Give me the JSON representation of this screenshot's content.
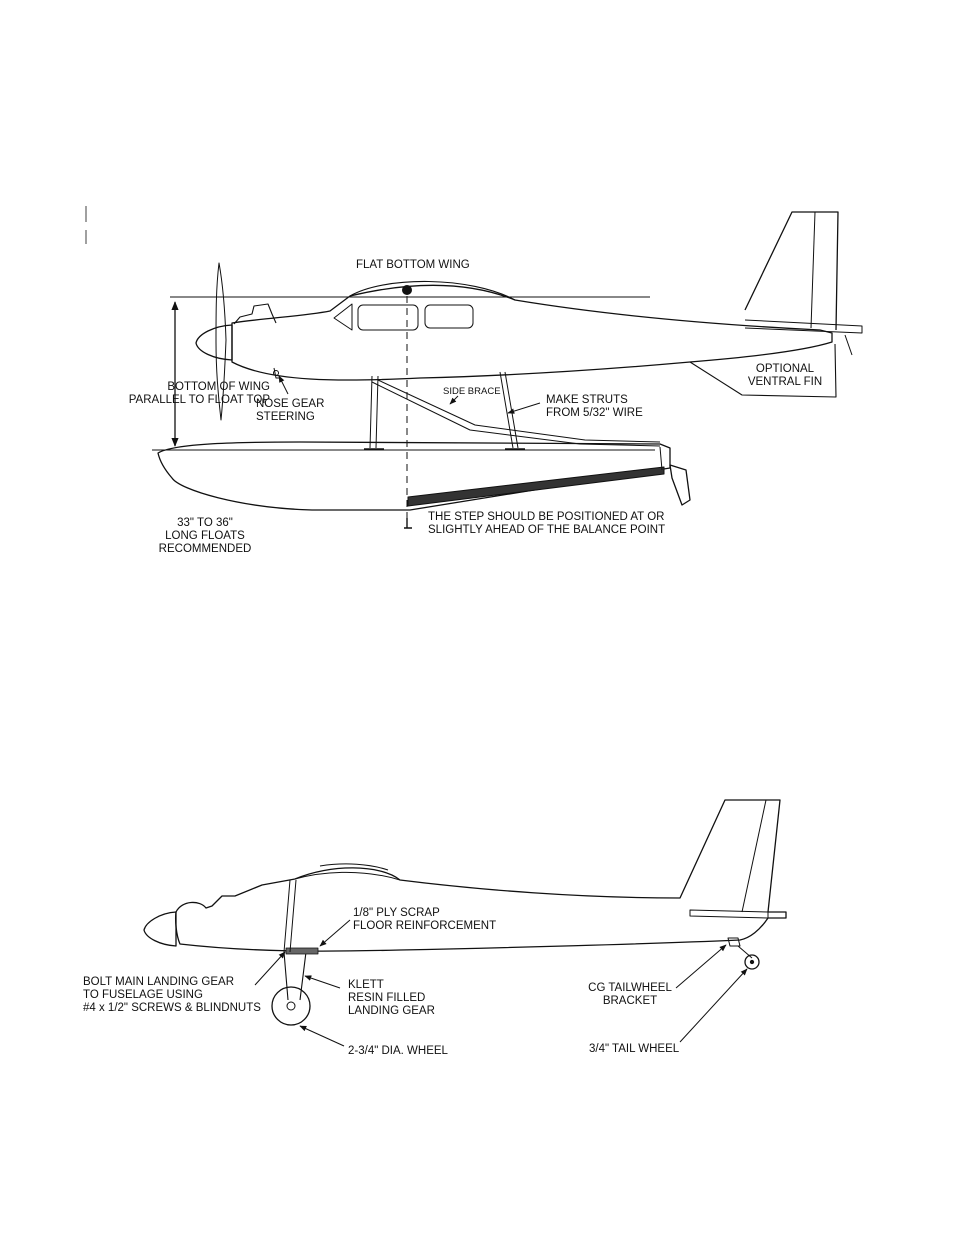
{
  "figure1": {
    "labels": {
      "flat_bottom_wing": "FLAT BOTTOM WING",
      "bottom_of_wing": "BOTTOM OF WING\nPARALLEL TO FLOAT TOP",
      "nose_gear": "NOSE GEAR\nSTEERING",
      "side_brace": "SIDE BRACE",
      "make_struts": "MAKE STRUTS\nFROM 5/32\" WIRE",
      "ventral_fin": "OPTIONAL\nVENTRAL FIN",
      "float_length": "33\" TO 36\"\nLONG FLOATS\nRECOMMENDED",
      "step_note": "THE STEP SHOULD BE POSITIONED AT OR\nSLIGHTLY AHEAD OF THE BALANCE POINT"
    }
  },
  "figure2": {
    "labels": {
      "floor_reinforcement": "1/8\" PLY SCRAP\nFLOOR REINFORCEMENT",
      "bolt_main_gear": "BOLT MAIN LANDING GEAR\nTO FUSELAGE USING\n#4 x 1/2\" SCREWS & BLINDNUTS",
      "klett_gear": "KLETT\nRESIN FILLED\nLANDING GEAR",
      "main_wheel": "2-3/4\" DIA. WHEEL",
      "tailwheel_bracket": "CG TAILWHEEL\nBRACKET",
      "tail_wheel": "3/4\" TAIL WHEEL"
    }
  }
}
